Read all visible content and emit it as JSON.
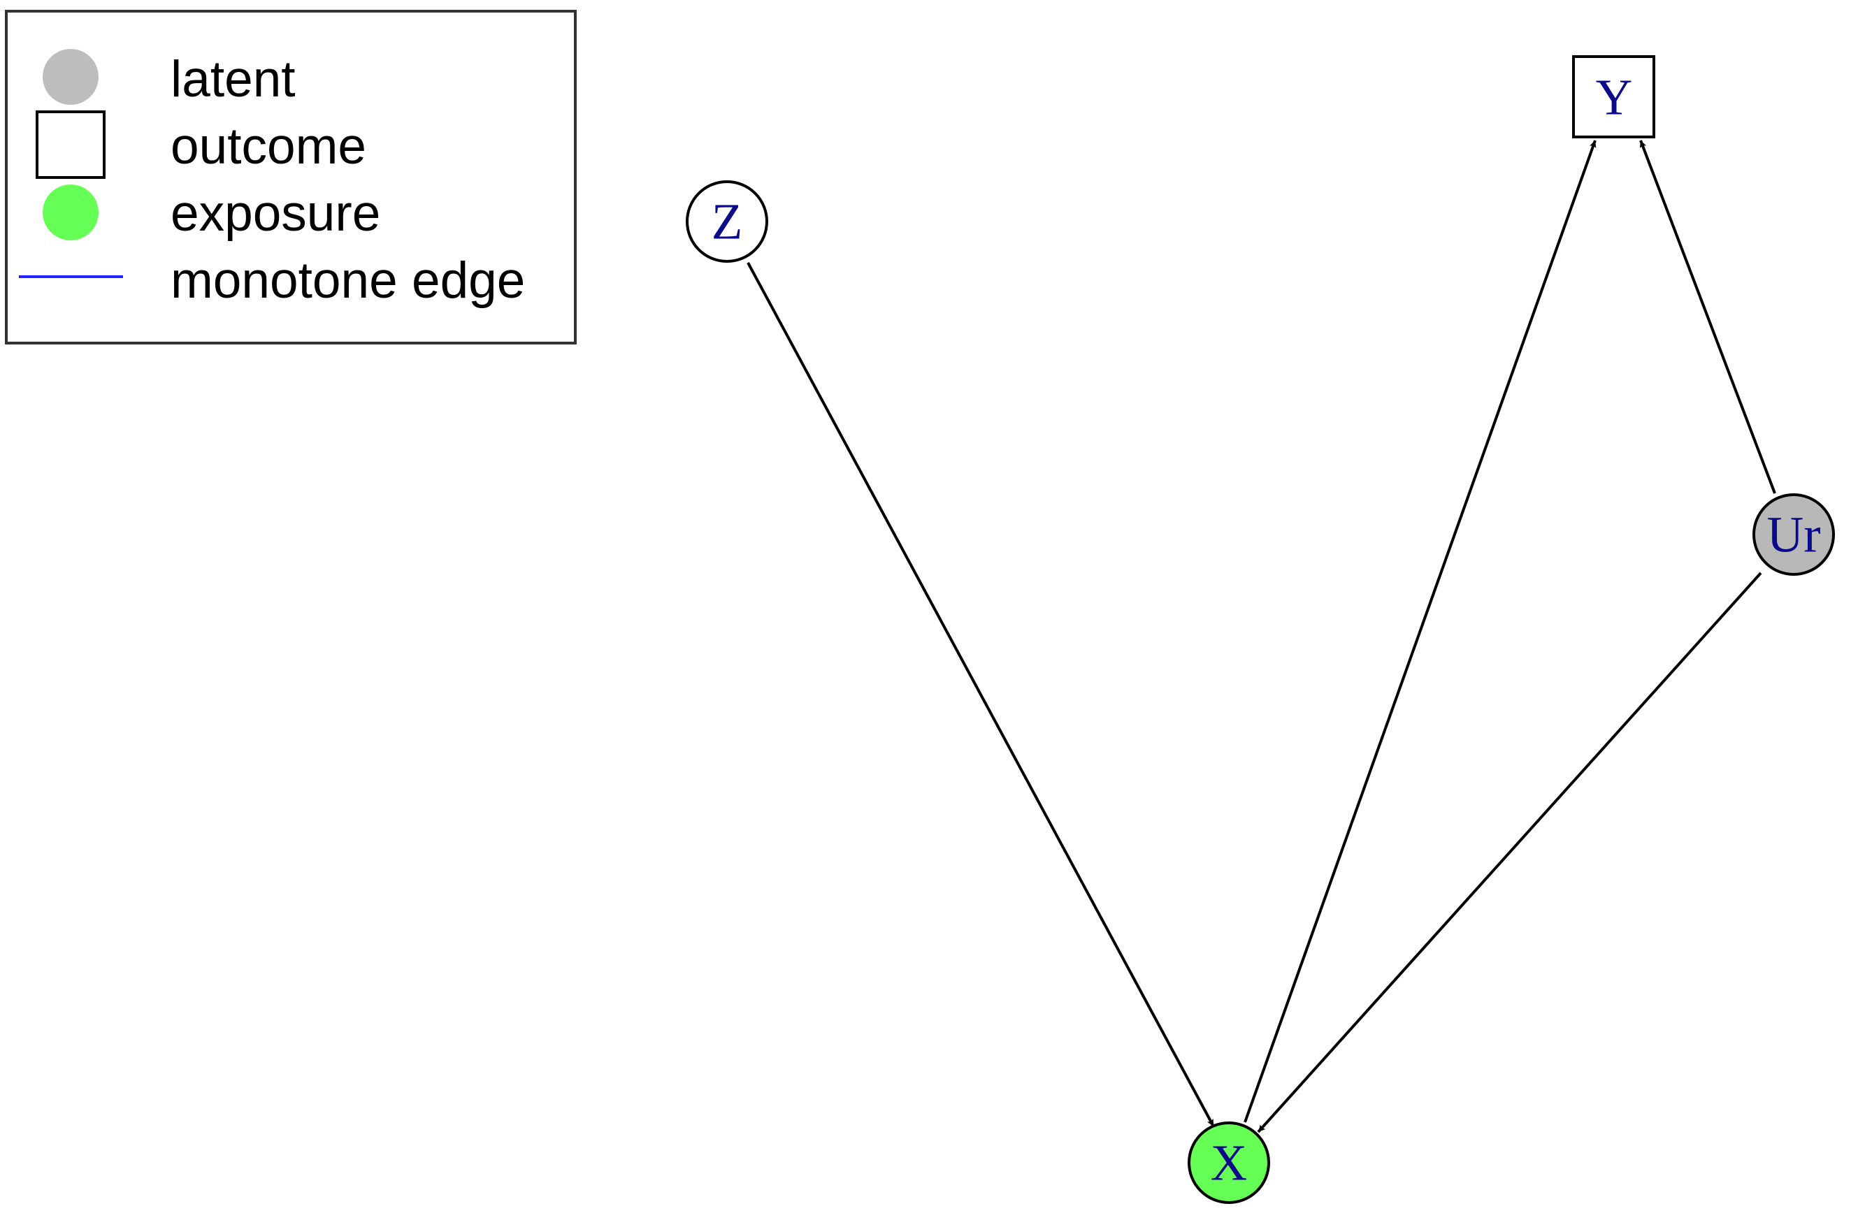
{
  "legend": {
    "items": [
      {
        "key": "latent",
        "label": "latent",
        "symbol": "filled-circle",
        "color": "#bdbdbd"
      },
      {
        "key": "outcome",
        "label": "outcome",
        "symbol": "square",
        "color": "#ffffff"
      },
      {
        "key": "exposure",
        "label": "exposure",
        "symbol": "filled-circle",
        "color": "#66ff55"
      },
      {
        "key": "monotone",
        "label": "monotone edge",
        "symbol": "line",
        "color": "#2222ff"
      }
    ]
  },
  "nodes": {
    "Z": {
      "label": "Z",
      "shape": "circle",
      "fill": "#ffffff"
    },
    "Y": {
      "label": "Y",
      "shape": "box",
      "fill": "#ffffff"
    },
    "Ur": {
      "label": "Ur",
      "shape": "circle",
      "fill": "#b8b8b8"
    },
    "X": {
      "label": "X",
      "shape": "circle",
      "fill": "#66ff55"
    }
  },
  "edges": [
    {
      "from": "Z",
      "to": "X"
    },
    {
      "from": "X",
      "to": "Y"
    },
    {
      "from": "Ur",
      "to": "Y"
    },
    {
      "from": "Ur",
      "to": "X"
    }
  ],
  "colors": {
    "node_label": "#0a0a8a",
    "edge": "#000000",
    "stroke": "#000000"
  }
}
